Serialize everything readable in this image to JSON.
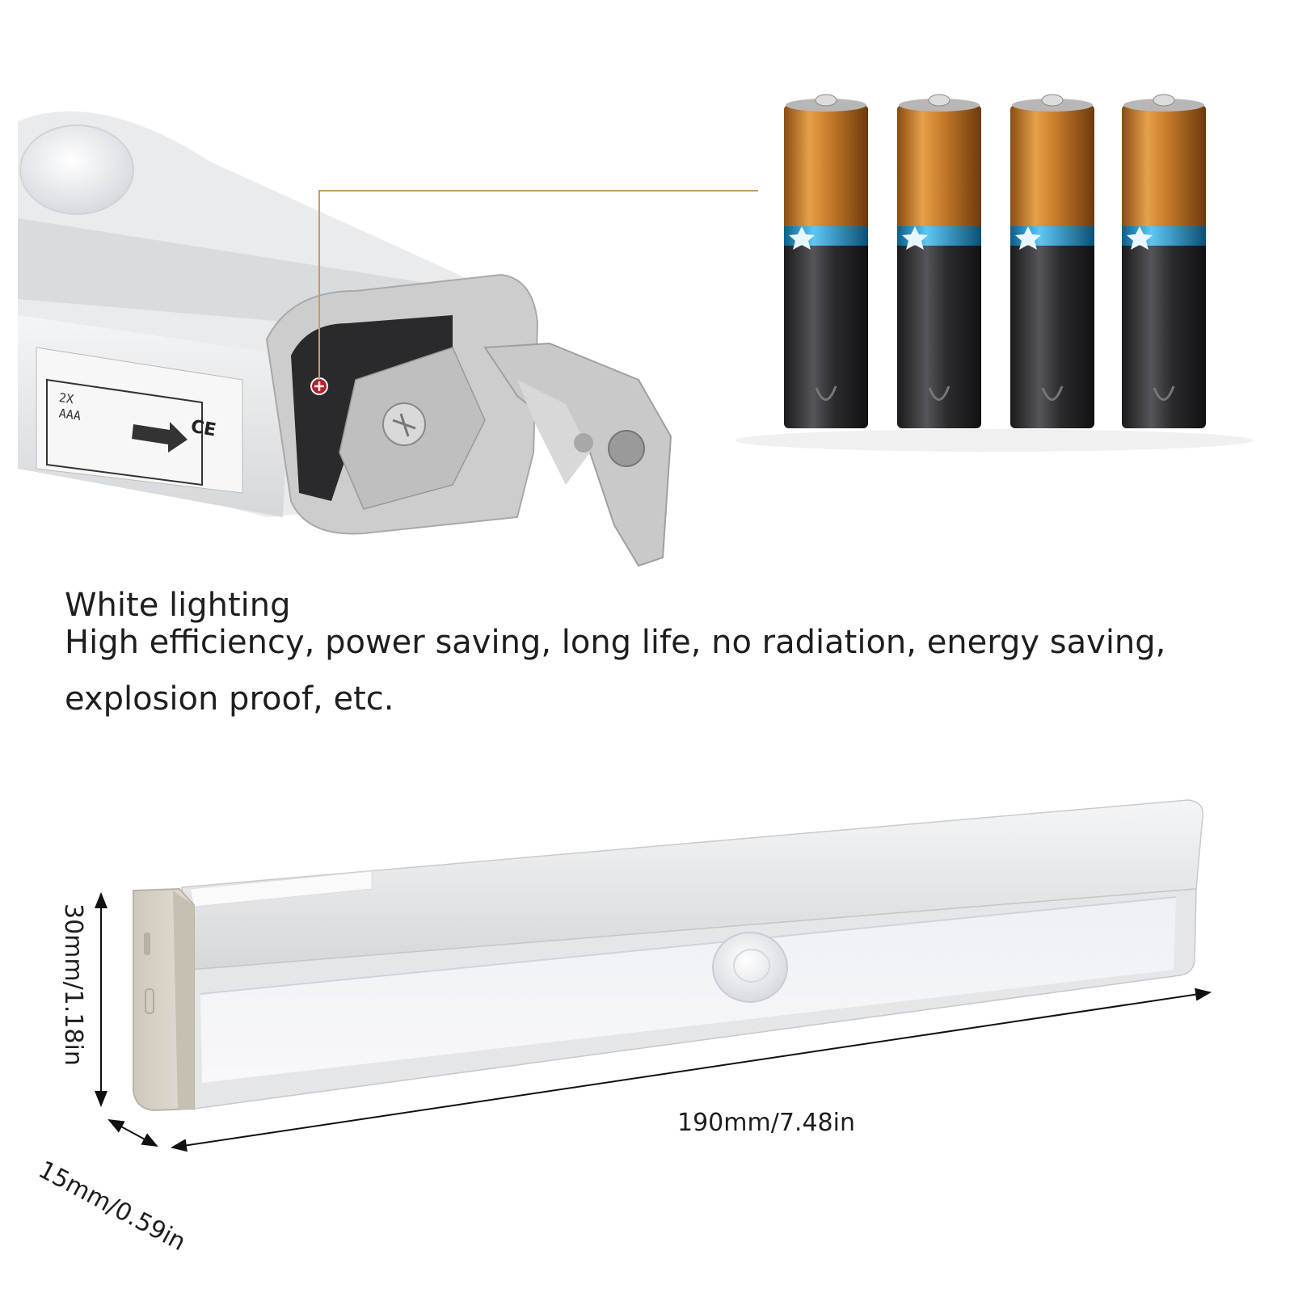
{
  "text": {
    "title": "White lighting",
    "description_line1": "High efficiency, power saving, long life, no radiation, energy saving,",
    "description_line2": "explosion proof, etc."
  },
  "dimensions": {
    "length": "190mm/7.48in",
    "height": "30mm/1.18in",
    "depth": "15mm/0.59in"
  },
  "product_label": {
    "quantity": "2X",
    "battery_type": "AAA",
    "certification": "CE"
  },
  "batteries": {
    "count": 4
  },
  "colors": {
    "battery_copper": "#c47a2a",
    "battery_black": "#2b2b2e",
    "battery_band": "#2aa3dc",
    "housing_silver": "#e6e8ea",
    "endcap_beige": "#d6d1c7",
    "leader_line": "#c49a6c",
    "positive_marker": "#b3202a"
  }
}
